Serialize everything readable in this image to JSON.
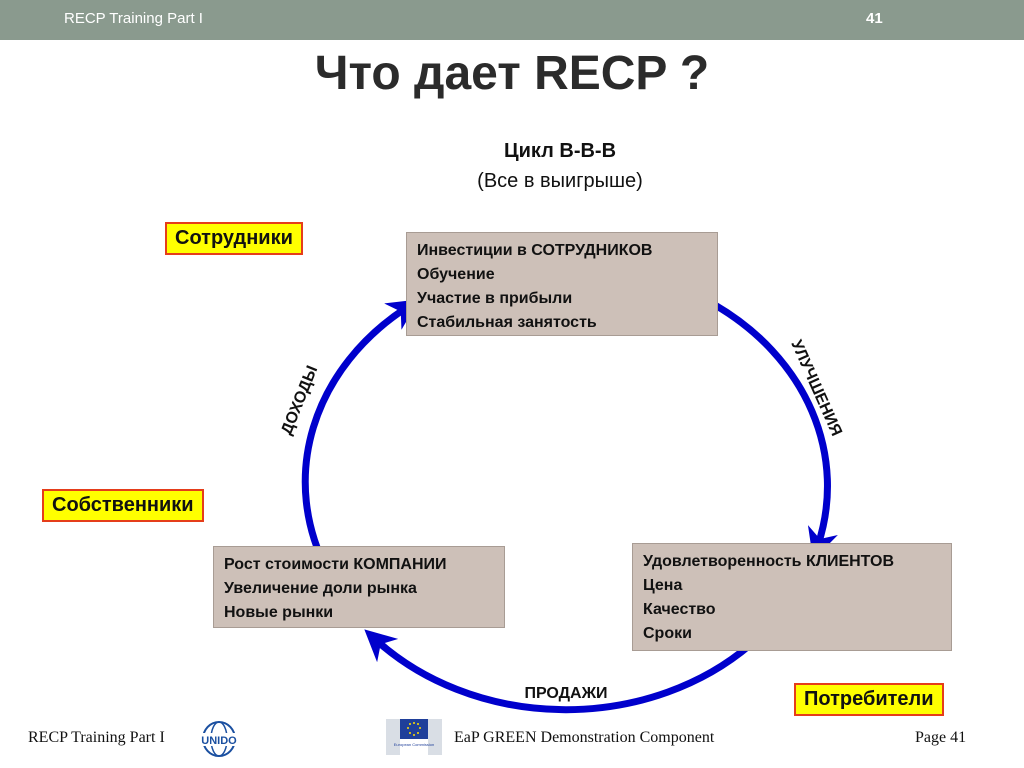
{
  "header": {
    "left_text": "RECP Training Part I",
    "slide_number": "41"
  },
  "title": "Что дает RECP ?",
  "subtitle": {
    "line1": "Цикл В-В-В",
    "line2": "(Все в выигрыше)"
  },
  "stakeholders": {
    "employees": "Сотрудники",
    "owners": "Собственники",
    "consumers": "Потребители"
  },
  "boxes": {
    "employees_box": [
      "Инвестиции в СОТРУДНИКОВ",
      "Обучение",
      "Участие в прибыли",
      "Стабильная занятость"
    ],
    "owners_box": [
      "Рост стоимости КОМПАНИИ",
      "Увеличение доли рынка",
      "Новые рынки"
    ],
    "customers_box": [
      "Удовлетворенность КЛИЕНТОВ",
      "Цена",
      "Качество",
      "Сроки"
    ]
  },
  "arrow_labels": {
    "income": "ДОХОДЫ",
    "improvements": "УЛУЧШЕНИЯ",
    "sales": "ПРОДАЖИ"
  },
  "colors": {
    "cycle_arrow": "#0000cc",
    "stakeholder_fill": "#ffff00",
    "stakeholder_border": "#e53d1a",
    "box_fill": "#cdc0b8",
    "header_bar": "#8a9a8e"
  },
  "footer": {
    "left": "RECP Training Part I",
    "center": "EaP GREEN Demonstration Component",
    "right": "Page 41",
    "logo_left": "UNIDO",
    "logo_center_caption": "European Commission"
  }
}
